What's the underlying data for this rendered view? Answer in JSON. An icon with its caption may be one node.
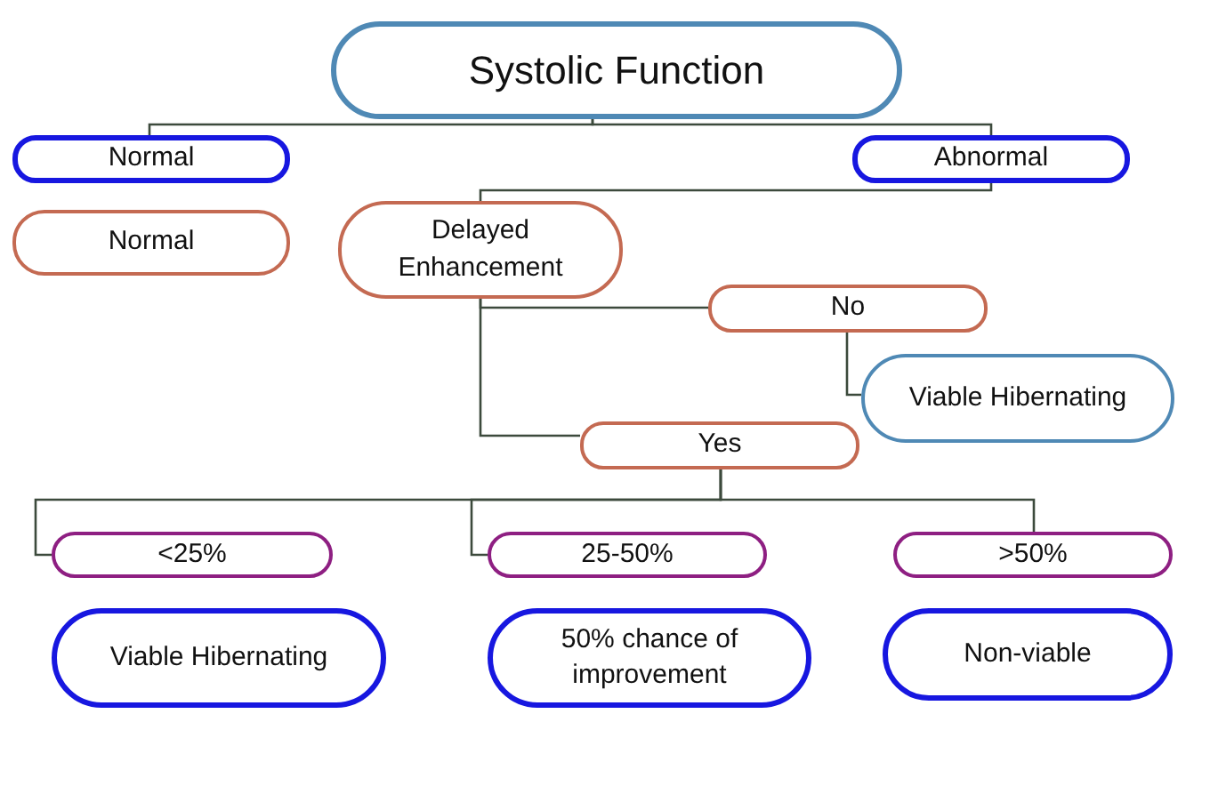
{
  "diagram": {
    "nodes": [
      {
        "text": [
          "Systolic Function"
        ]
      },
      {
        "text": [
          "Normal"
        ]
      },
      {
        "text": [
          "Abnormal"
        ]
      },
      {
        "text": [
          "Normal"
        ]
      },
      {
        "text": [
          "Delayed Enhancement"
        ]
      },
      {
        "text": [
          "No"
        ]
      },
      {
        "text": [
          "Viable Hibernating"
        ]
      },
      {
        "text": [
          "Yes"
        ]
      },
      {
        "text": [
          "<25%"
        ]
      },
      {
        "text": [
          "25-50%"
        ]
      },
      {
        "text": [
          ">50%"
        ]
      },
      {
        "text": [
          "Viable Hibernating"
        ]
      },
      {
        "text": [
          "50% chance of improvement"
        ]
      },
      {
        "text": [
          "Non-viable"
        ]
      }
    ],
    "edges": [
      {
        "from": 0,
        "to": 1,
        "arrow": "none"
      },
      {
        "from": 0,
        "to": 2,
        "arrow": "none"
      },
      {
        "from": 2,
        "to": 4,
        "arrow": "none"
      },
      {
        "from": 4,
        "to": 5,
        "arrow": "none"
      },
      {
        "from": 4,
        "to": 7,
        "arrow": "none"
      },
      {
        "from": 5,
        "to": 6,
        "arrow": "none"
      },
      {
        "from": 7,
        "to": 8,
        "arrow": "none"
      },
      {
        "from": 7,
        "to": 9,
        "arrow": "none"
      },
      {
        "from": 7,
        "to": 10,
        "arrow": "none"
      }
    ]
  }
}
